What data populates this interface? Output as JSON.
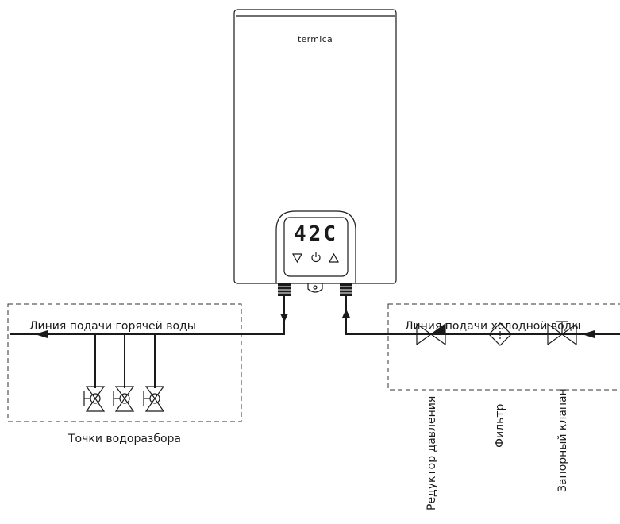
{
  "heater": {
    "brand": "termica",
    "display": "42C"
  },
  "controls": {
    "down_symbol": "▽",
    "power_symbol": "⏻",
    "up_symbol": "△"
  },
  "labels": {
    "hot_line": "Линия подачи горячей воды",
    "cold_line": "Линия подачи холодной воды",
    "tap_points": "Точки водоразбора",
    "pressure_reducer": "Редуктор давления",
    "filter": "Фильтр",
    "shutoff_valve": "Запорный клапан"
  }
}
